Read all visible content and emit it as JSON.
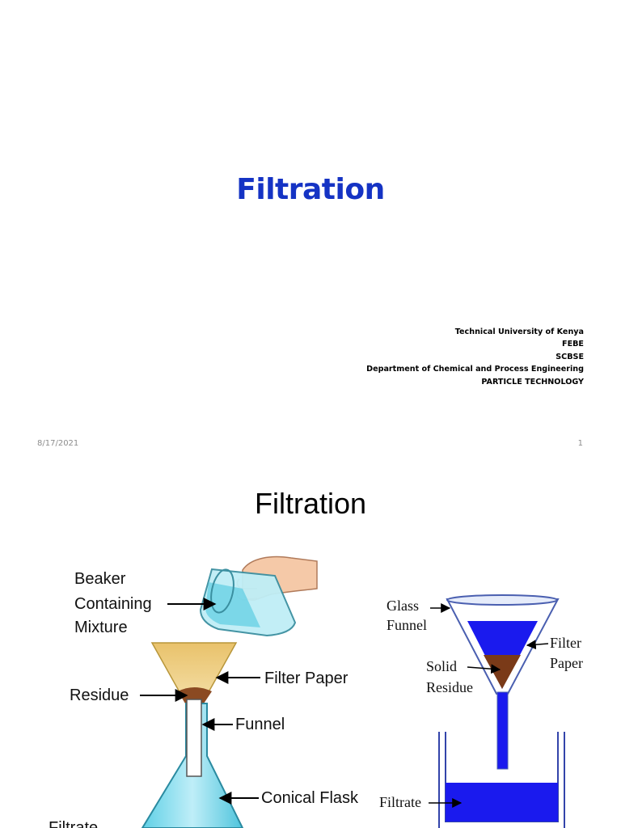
{
  "slide1": {
    "title": "Filtration",
    "info_lines": [
      "Technical University of Kenya",
      "FEBE",
      "SCBSE",
      "Department of Chemical and Process Engineering",
      "PARTICLE TECHNOLOGY"
    ],
    "date": "8/17/2021",
    "page_number": "1",
    "title_color": "#1533c4"
  },
  "slide2": {
    "title": "Filtration",
    "left_diagram": {
      "beaker_label": [
        "Beaker",
        "Containing",
        "Mixture"
      ],
      "filter_paper": "Filter Paper",
      "residue": "Residue",
      "funnel": "Funnel",
      "conical_flask": "Conical Flask",
      "filtrate": "Filtrate"
    },
    "right_diagram": {
      "glass_funnel": [
        "Glass",
        "Funnel"
      ],
      "filter_paper": [
        "Filter",
        "Paper"
      ],
      "solid_residue": [
        "Solid",
        "Residue"
      ],
      "filtrate": "Filtrate"
    }
  }
}
